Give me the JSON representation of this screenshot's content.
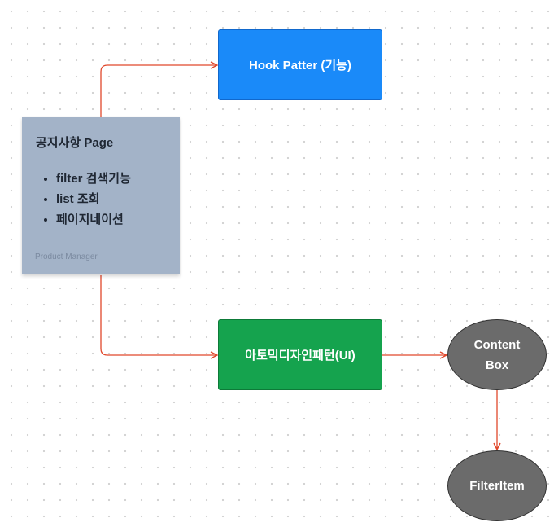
{
  "notice_card": {
    "title": "공지사항 Page",
    "items": [
      "filter 검색기능",
      "list 조회",
      "페이지네이션"
    ],
    "footer": "Product Manager",
    "color": "#a3b3c8"
  },
  "hook_box": {
    "label": "Hook Patter (기능)",
    "color": "#1a8af9"
  },
  "atomic_box": {
    "label": "아토믹디자인패턴(UI)",
    "color": "#15a34e"
  },
  "content_box": {
    "label": "Content Box",
    "color": "#6b6b6b"
  },
  "filter_item": {
    "label": "FilterItem",
    "color": "#6b6b6b"
  },
  "connector_color": "#e0472b"
}
